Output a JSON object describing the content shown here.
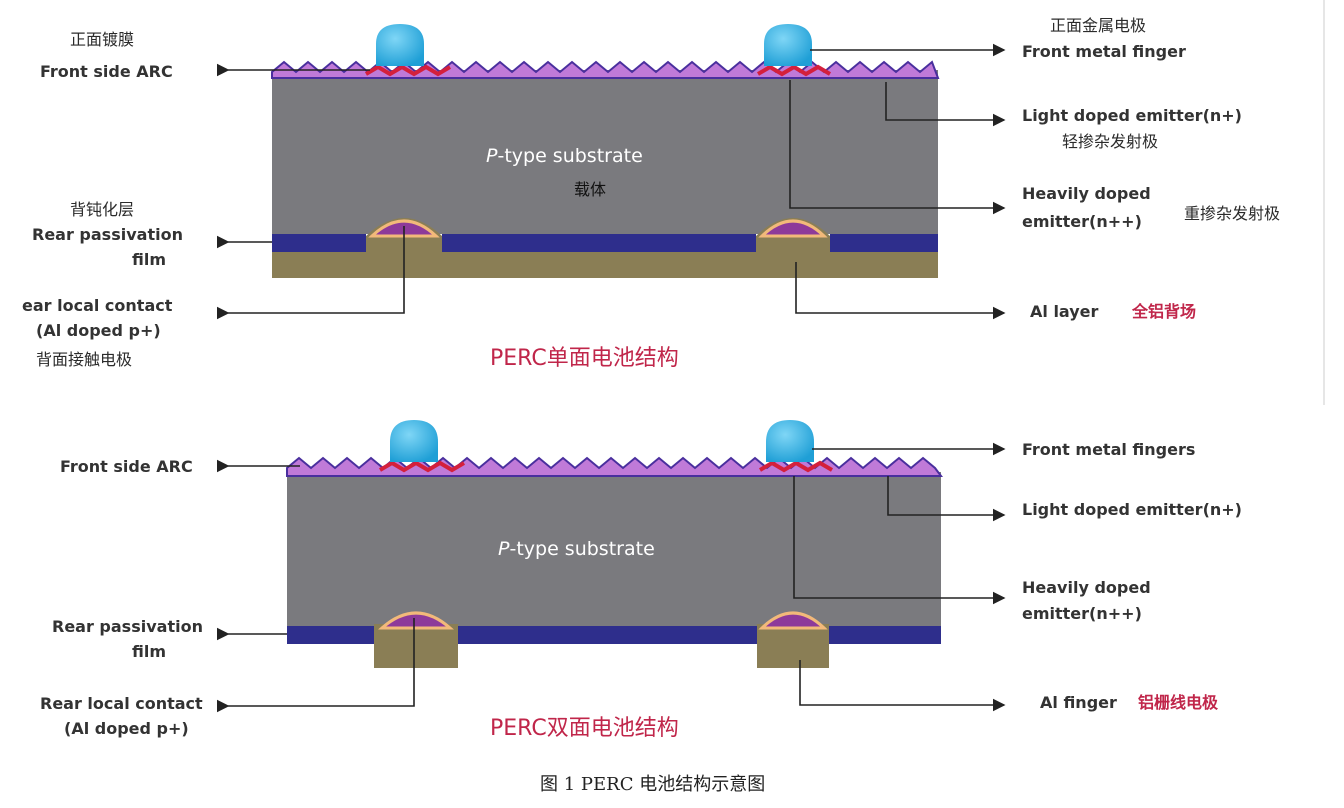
{
  "colors": {
    "substrate": "#7a7a7e",
    "rear_passivation": "#2e2e8c",
    "al_layer": "#8a7e55",
    "arc_purple": "#c07ad8",
    "arc_line": "#4a2f9e",
    "emitter_red": "#d4203c",
    "finger_cyan": "#2fb4e6",
    "contact_purple": "#8d3a9a",
    "contact_rim": "#f2b97a",
    "leader_line": "#222222",
    "title_red": "#c0264a"
  },
  "diagram_top": {
    "substrate_label": "P-type substrate",
    "substrate_label_p": "P",
    "substrate_label_rest": "-type substrate",
    "substrate_cn": "载体",
    "title": "PERC单面电池结构",
    "left": {
      "arc_cn": "正面镀膜",
      "arc_en": "Front side ARC",
      "passivation_cn": "背钝化层",
      "passivation_en_1": "Rear passivation",
      "passivation_en_2": "film",
      "contact_en_1": "ear local contact",
      "contact_en_2": "(Al doped p+)",
      "contact_cn": "背面接触电极"
    },
    "right": {
      "finger_cn": "正面金属电极",
      "finger_en": "Front metal finger",
      "light_en": "Light doped emitter(n+)",
      "light_cn": "轻掺杂发射极",
      "heavy_en_1": "Heavily doped",
      "heavy_en_2": "emitter(n++)",
      "heavy_cn": "重掺杂发射极",
      "al_en": "Al layer",
      "al_cn": "全铝背场"
    }
  },
  "diagram_bottom": {
    "substrate_label_p": "P",
    "substrate_label_rest": "-type substrate",
    "title": "PERC双面电池结构",
    "left": {
      "arc_en": "Front side ARC",
      "passivation_en_1": "Rear passivation",
      "passivation_en_2": "film",
      "contact_en_1": "Rear local contact",
      "contact_en_2": "(Al doped p+)"
    },
    "right": {
      "finger_en": "Front metal fingers",
      "light_en": "Light doped emitter(n+)",
      "heavy_en_1": "Heavily doped",
      "heavy_en_2": "emitter(n++)",
      "al_en": "Al finger",
      "al_cn": "铝栅线电极"
    }
  },
  "caption": "图 1 PERC 电池结构示意图"
}
